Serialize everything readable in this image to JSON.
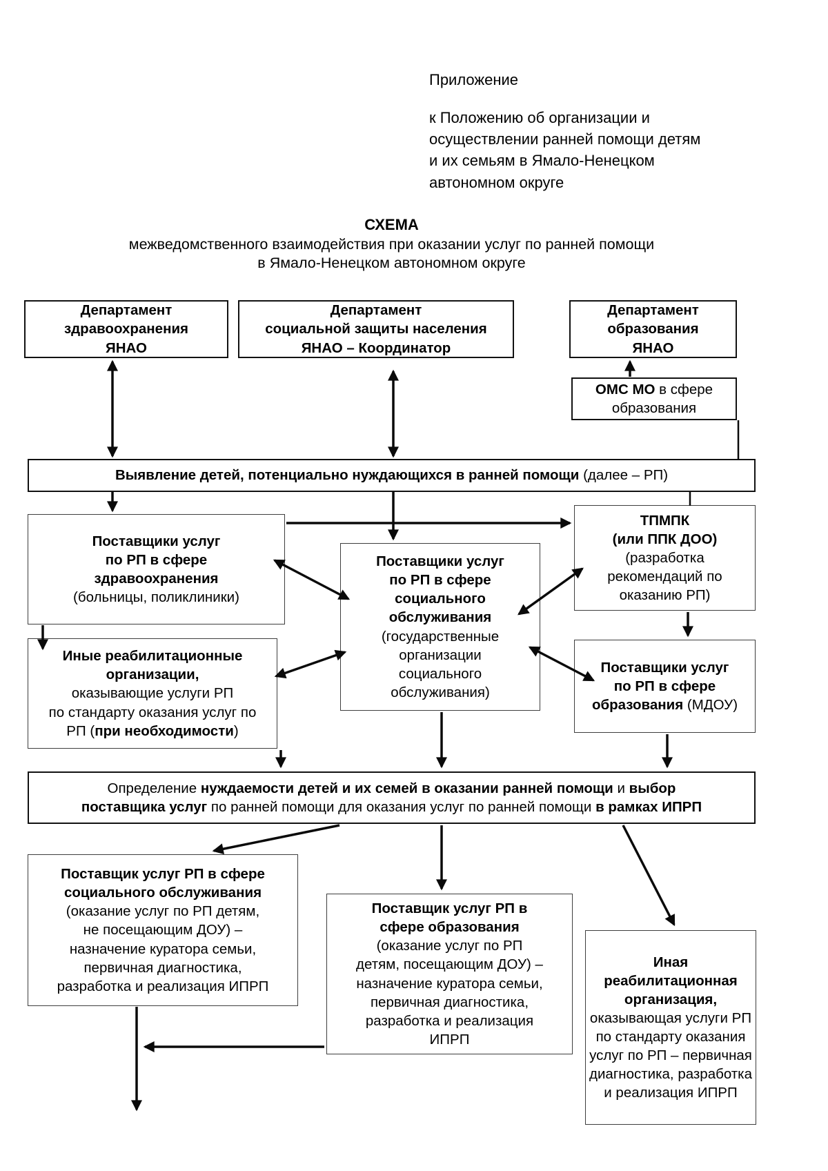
{
  "page": {
    "annex_label": "Приложение",
    "annex_text": "к Положению об организации и\nосуществлении ранней помощи детям\nи их семьям в Ямало-Ненецком\nавтономном округе",
    "title": "СХЕМА",
    "subtitle_line1": "межведомственного взаимодействия при оказании услуг по ранней помощи",
    "subtitle_line2": "в Ямало-Ненецком автономном округе"
  },
  "boxes": {
    "dept_health": {
      "runs": [
        {
          "b": 1,
          "t": "Департамент\nздравоохранения\nЯНАО"
        }
      ]
    },
    "dept_social": {
      "runs": [
        {
          "b": 1,
          "t": "Департамент\nсоциальной защиты населения\nЯНАО – Координатор"
        }
      ]
    },
    "dept_edu": {
      "runs": [
        {
          "b": 1,
          "t": "Департамент\nобразования\nЯНАО"
        }
      ]
    },
    "oms_mo": {
      "runs": [
        {
          "b": 1,
          "t": "ОМС МО"
        },
        {
          "t": " в сфере\nобразования"
        }
      ]
    },
    "bar_identification": {
      "runs": [
        {
          "b": 1,
          "t": "Выявление детей, потенциально нуждающихся в ранней помощи"
        },
        {
          "t": " (далее – РП)"
        }
      ]
    },
    "providers_health": {
      "runs": [
        {
          "b": 1,
          "t": "Поставщики услуг\nпо РП в сфере\nздравоохранения"
        },
        {
          "t": "\n(больницы, поликлиники)"
        }
      ]
    },
    "providers_social": {
      "runs": [
        {
          "b": 1,
          "t": "Поставщики услуг\nпо РП в сфере\nсоциального\nобслуживания"
        },
        {
          "t": "\n(государственные\nорганизации\nсоциального\nобслуживания)"
        }
      ]
    },
    "tpmpk": {
      "runs": [
        {
          "b": 1,
          "t": "ТПМПК\n(или ППК ДОО)"
        },
        {
          "t": "\n(разработка\nрекомендаций по\nоказанию РП)"
        }
      ]
    },
    "other_rehab": {
      "runs": [
        {
          "b": 1,
          "t": "Иные реабилитационные\nорганизации,"
        },
        {
          "t": "\nоказывающие услуги РП\nпо стандарту оказания услуг по\nРП ("
        },
        {
          "b": 1,
          "t": "при необходимости"
        },
        {
          "t": ")"
        }
      ]
    },
    "providers_edu": {
      "runs": [
        {
          "b": 1,
          "t": "Поставщики услуг\nпо РП в сфере\nобразования"
        },
        {
          "t": " (МДОУ)"
        }
      ]
    },
    "bar_determination": {
      "runs": [
        {
          "t": "Определение "
        },
        {
          "b": 1,
          "t": "нуждаемости детей и их семей в оказании ранней помощи"
        },
        {
          "t": " и "
        },
        {
          "b": 1,
          "t": "выбор\nпоставщика услуг"
        },
        {
          "t": " по ранней помощи для оказания услуг по ранней помощи "
        },
        {
          "b": 1,
          "t": "в рамках ИПРП"
        }
      ]
    },
    "final_social": {
      "runs": [
        {
          "b": 1,
          "t": "Поставщик услуг РП в сфере\nсоциального обслуживания"
        },
        {
          "t": "\n(оказание услуг по РП детям,\nне посещающим ДОУ) –\nназначение куратора семьи,\nпервичная диагностика,\nразработка и реализация ИПРП"
        }
      ]
    },
    "final_edu": {
      "runs": [
        {
          "b": 1,
          "t": "Поставщик услуг РП в\nсфере образования"
        },
        {
          "t": "\n(оказание услуг по РП\nдетям, посещающим ДОУ) –\nназначение куратора семьи,\nпервичная диагностика,\nразработка и реализация\nИПРП"
        }
      ]
    },
    "final_rehab": {
      "runs": [
        {
          "b": 1,
          "t": "Иная\nреабилитационная\nорганизация,"
        },
        {
          "t": "\nоказывающая услуги РП\nпо стандарту оказания\nуслуг по РП – первичная\nдиагностика, разработка\nи реализация ИПРП"
        }
      ]
    }
  }
}
